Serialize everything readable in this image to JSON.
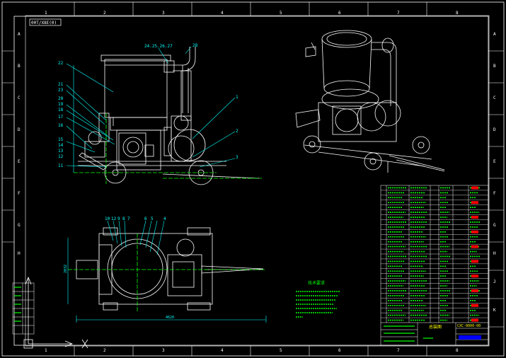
{
  "drawing": {
    "title_tag": "00T/X8E(0)",
    "grid_numbers": [
      "1",
      "2",
      "3",
      "4",
      "5",
      "6",
      "7",
      "8"
    ],
    "grid_letters": [
      "A",
      "B",
      "C",
      "D",
      "E",
      "F",
      "G",
      "H",
      "J",
      "K"
    ],
    "front_view_callouts": [
      "24.25.26.27",
      "28",
      "22",
      "1",
      "2",
      "3",
      "21",
      "23",
      "20",
      "19",
      "18",
      "17",
      "16",
      "15",
      "14",
      "13",
      "12",
      "11"
    ],
    "plan_view_callouts": [
      "10",
      "12",
      "9",
      "8",
      "7",
      "6",
      "5",
      "4"
    ],
    "dimensions": {
      "overall_length": "4620",
      "overall_width": "2032"
    },
    "title_block": {
      "name": "总装图",
      "drawing_no": "CXC-0000-00"
    },
    "notes_heading": "技术要求"
  },
  "colors": {
    "background": "#000000",
    "frame": "#ffffff",
    "cyan": "#00ffff",
    "green": "#00ff00",
    "yellow": "#ffff00",
    "red": "#ff0000",
    "blue": "#0000ff"
  }
}
